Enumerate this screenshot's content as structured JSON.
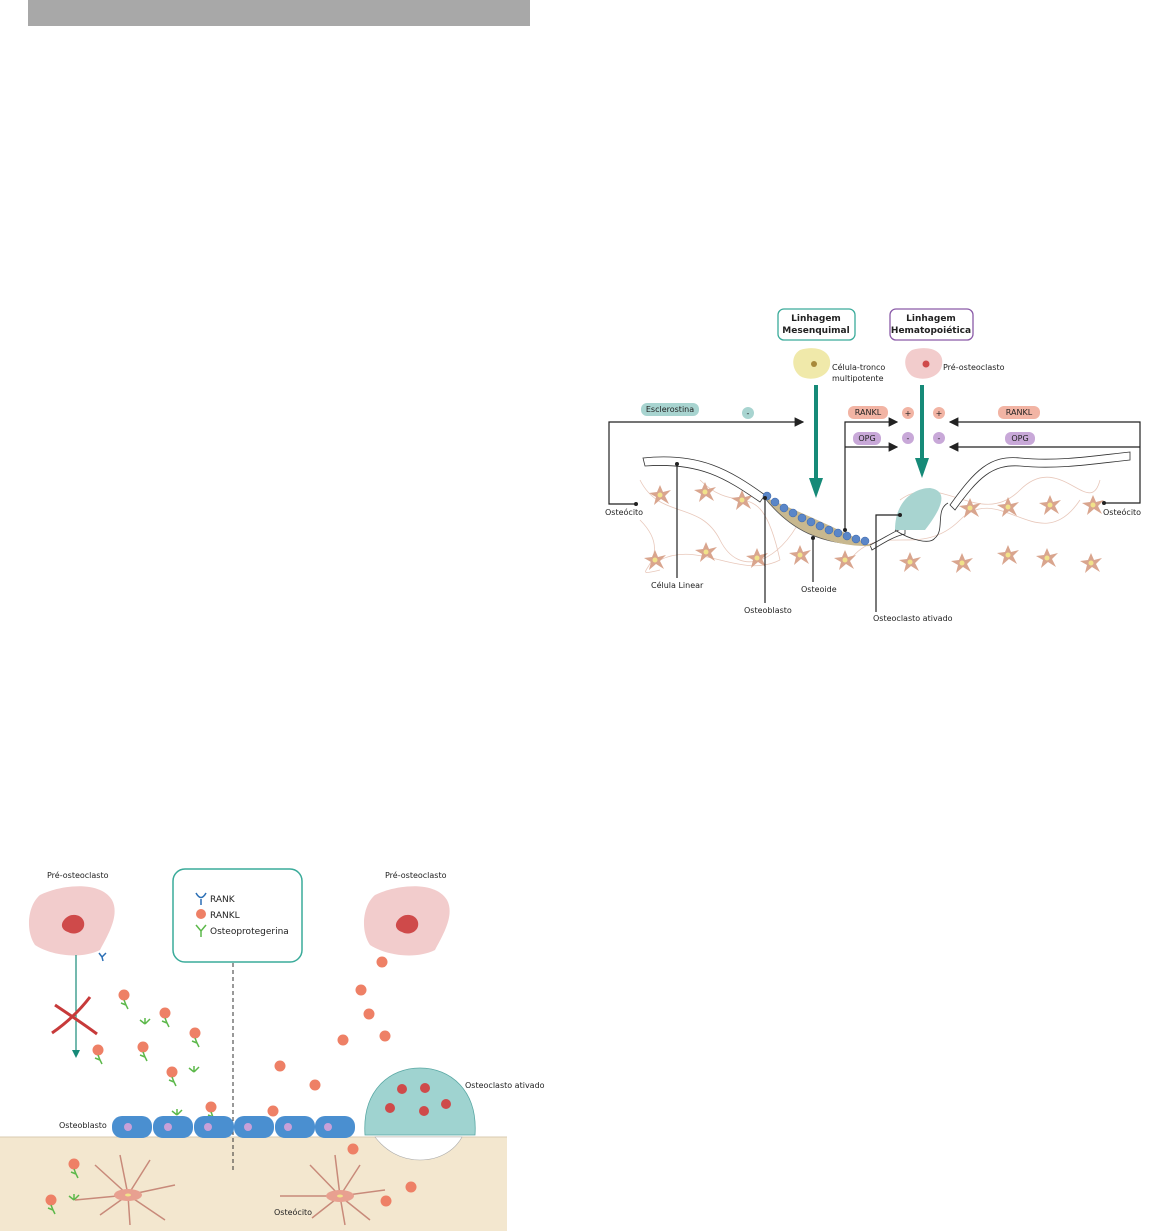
{
  "top_diagram": {
    "lineage_mesenchymal": [
      "Linhagem",
      "Mesenquimal"
    ],
    "lineage_hematopoietic": [
      "Linhagem",
      "Hematopoiética"
    ],
    "stem_cell": [
      "Célula-tronco",
      "multipotente"
    ],
    "pre_osteoclast": "Pré-osteoclasto",
    "sclerostin": "Esclerostina",
    "minus": "-",
    "plus": "+",
    "rankl": "RANKL",
    "opg": "OPG",
    "osteocyte_left": "Osteócito",
    "osteocyte_right": "Osteócito",
    "lining_cell": "Célula Linear",
    "osteoblast": "Osteoblasto",
    "osteoid": "Osteoide",
    "activated_osteoclast": "Osteoclasto ativado"
  },
  "bottom_diagram": {
    "pre_osteoclast_left": "Pré-osteoclasto",
    "pre_osteoclast_right": "Pré-osteoclasto",
    "legend": {
      "rank": "RANK",
      "rankl": "RANKL",
      "opg": "Osteoprotegerina"
    },
    "osteoblast": "Osteoblasto",
    "activated_osteoclast": "Osteoclasto ativado",
    "osteocyte": "Osteócito"
  },
  "colors": {
    "teal": "#168a78",
    "purple": "#8a5aa8",
    "rankl": "#ee8066",
    "opg": "#5cb84a",
    "rank": "#2b6fb5",
    "osteoblast": "#4a8fd0",
    "bone": "#f3e7cf",
    "osteoclast": "#9fd3d0"
  }
}
